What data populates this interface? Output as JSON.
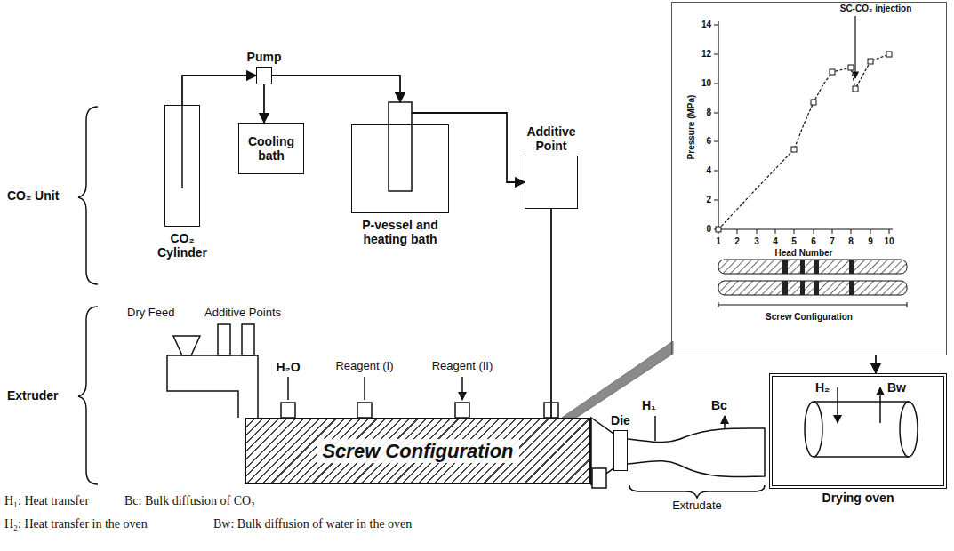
{
  "diagram": {
    "nodes": [
      {
        "text": [
          "CO₂ Cylinder"
        ]
      },
      {
        "text": [
          "Pump"
        ]
      },
      {
        "text": [
          "Cooling bath"
        ]
      },
      {
        "text": [
          "P-vessel and heating bath"
        ]
      },
      {
        "text": [
          "Additive Point"
        ]
      },
      {
        "text": [
          "Screw Configuration"
        ]
      },
      {
        "text": [
          "Die"
        ]
      },
      {
        "text": [
          "Screw Configuration"
        ]
      },
      {
        "text": [
          "Drying oven"
        ]
      }
    ],
    "edges": [
      {
        "from": 0,
        "to": 1,
        "arrow": "to"
      },
      {
        "from": 1,
        "to": 2,
        "arrow": "to"
      },
      {
        "from": 1,
        "to": 3,
        "arrow": "to"
      },
      {
        "from": 3,
        "to": 4,
        "arrow": "to"
      },
      {
        "from": 4,
        "to": 5,
        "arrow": "none"
      },
      {
        "from": 7,
        "to": 8,
        "arrow": "to"
      }
    ],
    "labels": [
      "CO₂ Unit",
      "Extruder",
      "Dry Feed",
      "Additive Points",
      "H₂O",
      "Reagent (I)",
      "Reagent (II)",
      "H₁",
      "Bc",
      "Extrudate",
      "H₂",
      "Bw",
      "14",
      "12",
      "10",
      "8",
      "6",
      "4",
      "2",
      "0",
      "Pressure (MPa)",
      "1",
      "2",
      "3",
      "4",
      "5",
      "6",
      "7",
      "8",
      "9",
      "10",
      "Head Number",
      "SC-CO₂ injection",
      "H₁: Heat transfer",
      "Bc: Bulk diffusion of CO₂",
      "H₂: Heat transfer in the oven",
      "Bw: Bulk diffusion of water in the oven"
    ]
  }
}
